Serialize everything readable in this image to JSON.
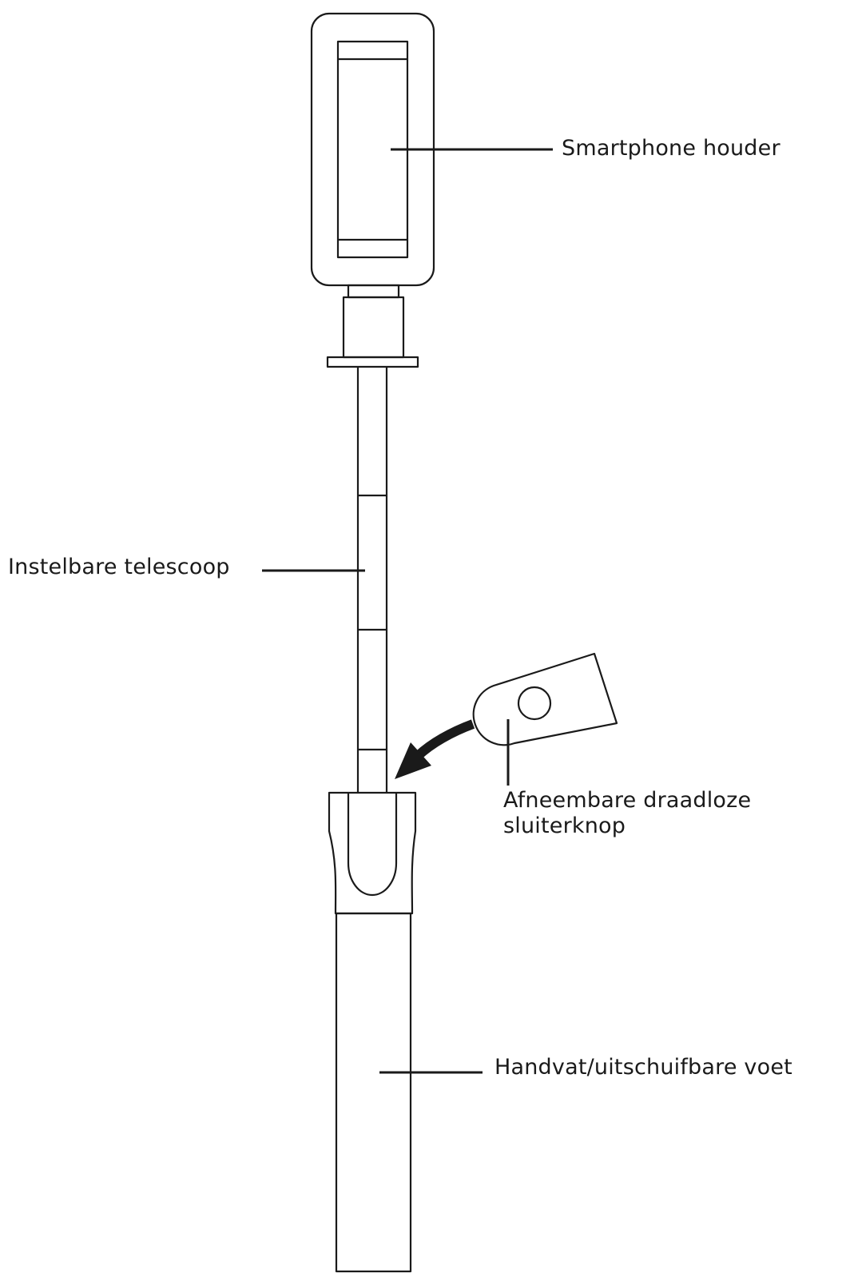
{
  "labels": {
    "smartphone_holder": "Smartphone houder",
    "telescope": "Instelbare telescoop",
    "shutter_line1": "Afneembare draadloze",
    "shutter_line2": "sluiterknop",
    "handle": "Handvat/uitschuifbare voet"
  },
  "colors": {
    "stroke": "#1a1a1a",
    "background": "#ffffff"
  }
}
